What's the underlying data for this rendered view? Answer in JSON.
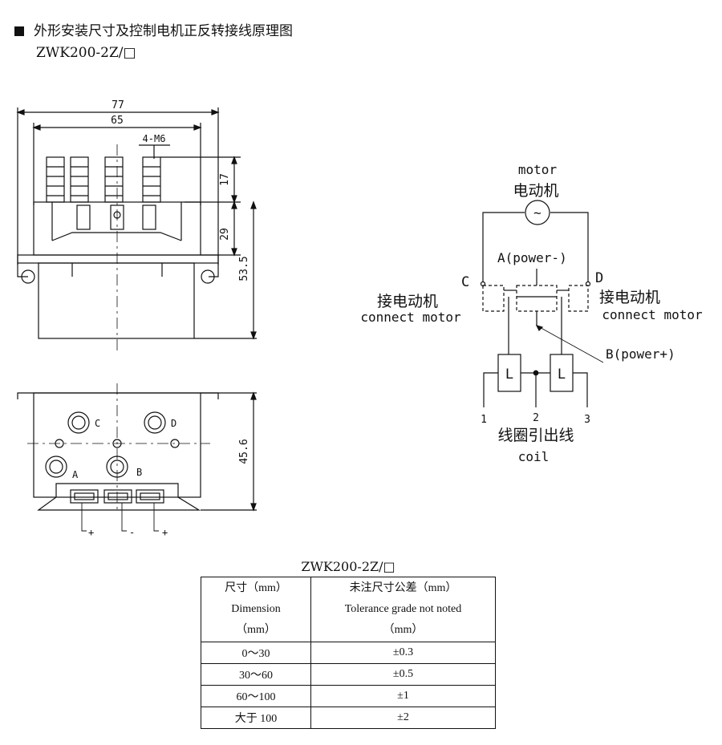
{
  "header": {
    "title": "外形安装尺寸及控制电机正反转接线原理图",
    "model": "ZWK200-2Z/□"
  },
  "drawing": {
    "dim_77": "77",
    "dim_65": "65",
    "dim_m6": "4-M6",
    "dim_17": "17",
    "dim_29": "29",
    "dim_53_5": "53.5",
    "dim_45_6": "45.6",
    "term_c": "C",
    "term_d": "D",
    "term_a": "A",
    "term_b": "B",
    "coil_plus_1": "+",
    "coil_minus": "-",
    "coil_plus_2": "+"
  },
  "schematic": {
    "motor_en": "motor",
    "motor_cn": "电动机",
    "motor_symbol": "~",
    "power_minus": "A(power-)",
    "power_plus": "B(power+)",
    "c": "C",
    "d": "D",
    "left_cn": "接电动机",
    "left_en": "connect motor",
    "right_cn": "接电动机",
    "right_en": "connect motor",
    "coil_l1": "L",
    "coil_l2": "L",
    "pin1": "1",
    "pin2": "2",
    "pin3": "3",
    "coil_cn": "线圈引出线",
    "coil_en": "coil"
  },
  "table": {
    "caption": "ZWK200-2Z/□",
    "head_left": [
      "尺寸（mm）",
      "Dimension",
      "（mm）"
    ],
    "head_right": [
      "未注尺寸公差（mm）",
      "Tolerance grade not noted",
      "（mm）"
    ],
    "rows": [
      {
        "range": "0～30",
        "tol": "±0.3"
      },
      {
        "range": "30～60",
        "tol": "±0.5"
      },
      {
        "range": "60～100",
        "tol": "±1"
      },
      {
        "range": "大于 100",
        "tol": "±2"
      }
    ]
  }
}
